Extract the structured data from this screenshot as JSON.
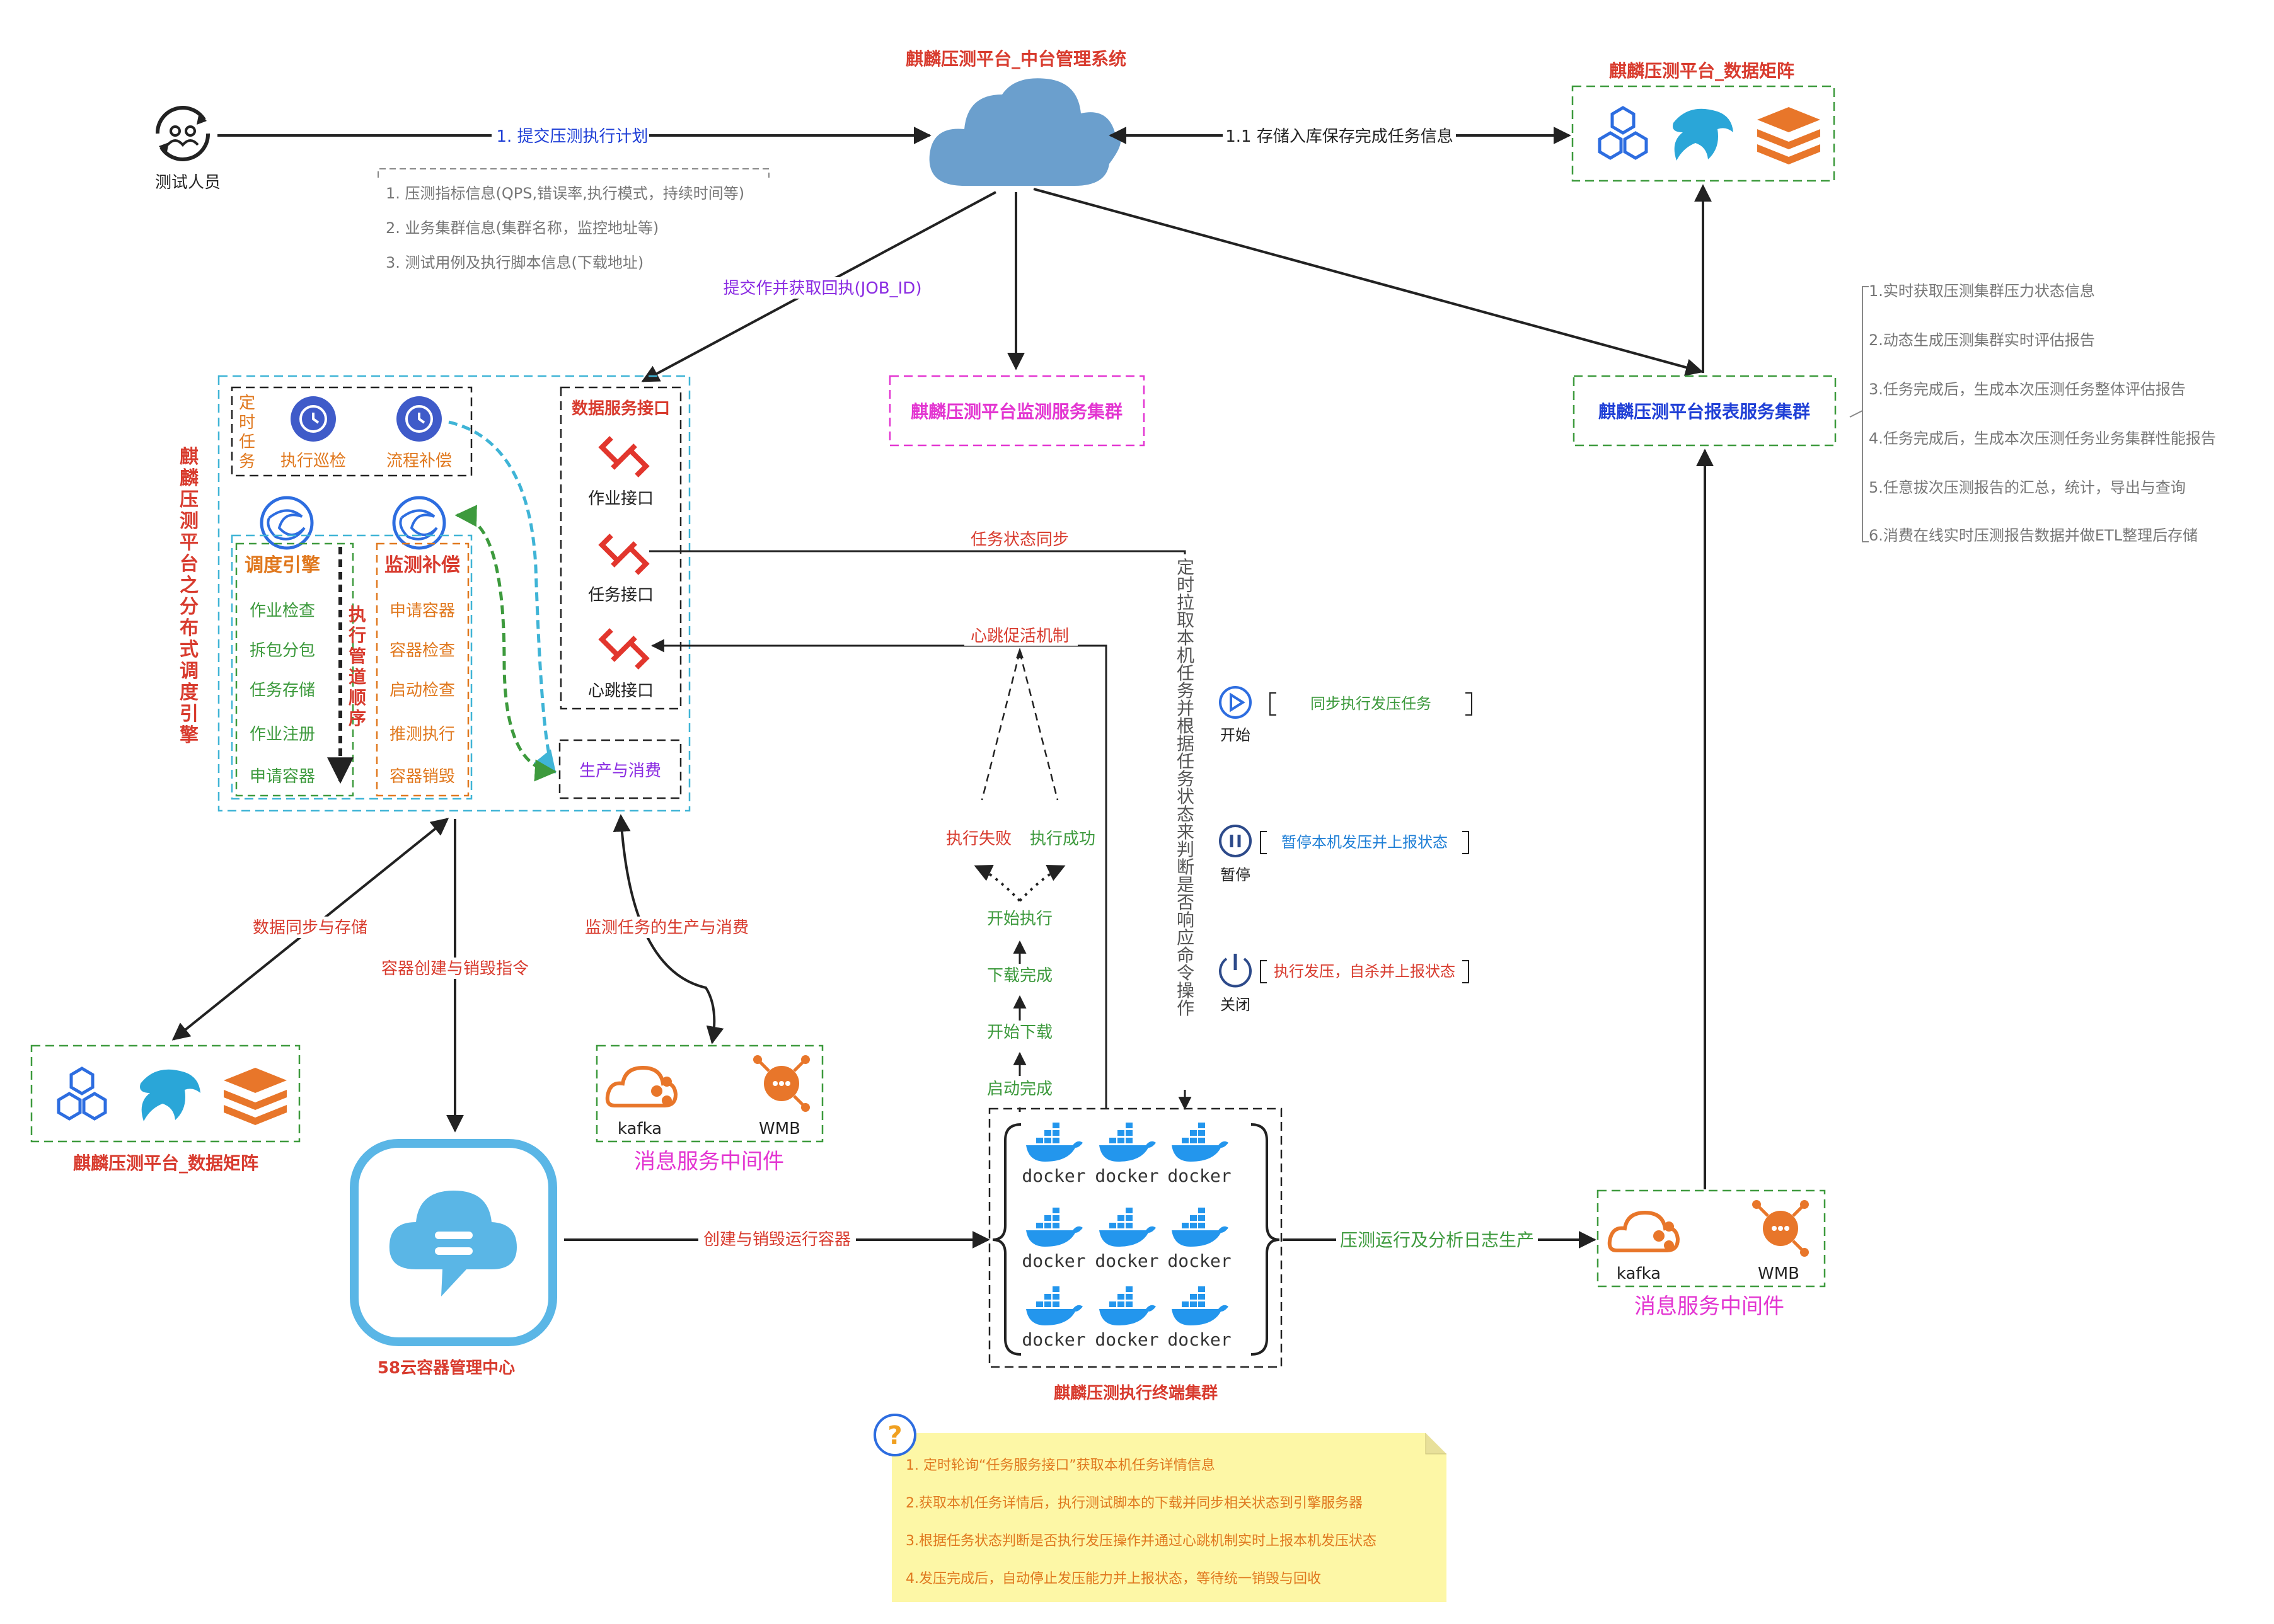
{
  "colors": {
    "red": "#d83b2e",
    "green": "#3d9a3d",
    "orange": "#e0781e",
    "blue": "#1f3fd6",
    "purple": "#8a2be2",
    "magenta": "#e335d1",
    "gray": "#777777",
    "black": "#222222",
    "cloud": "#6b9fcd",
    "docker": "#2396ed",
    "yellow_note": "#fdf7a6"
  },
  "tester": {
    "label": "测试人员",
    "icon": "user-sync-icon"
  },
  "submit_plan": {
    "label": "1. 提交压测执行计划",
    "items": [
      "1. 压测指标信息(QPS,错误率,执行模式，持续时间等)",
      "2. 业务集群信息(集群名称，监控地址等)",
      "3. 测试用例及执行脚本信息(下载地址)"
    ]
  },
  "cloud_center": {
    "title": "麒麟压测平台_中台管理系统",
    "icon": "cloud-icon"
  },
  "store_link": {
    "label": "1.1 存储入库保存完成任务信息"
  },
  "data_matrix_top": {
    "title": "麒麟压测平台_数据矩阵",
    "icons": [
      "hexagons-icon",
      "dolphin-icon",
      "redis-icon"
    ]
  },
  "submit_job": {
    "label": "提交作并获取回执(JOB_ID)"
  },
  "monitor_cluster": {
    "label": "麒麟压测平台监测服务集群"
  },
  "report_cluster": {
    "label": "麒麟压测平台报表服务集群",
    "items": [
      "1.实时获取压测集群压力状态信息",
      "2.动态生成压测集群实时评估报告",
      "3.任务完成后，生成本次压测任务整体评估报告",
      "4.任务完成后，生成本次压测任务业务集群性能报告",
      "5.任意拔次压测报告的汇总，统计，导出与查询",
      "6.消费在线实时压测报告数据并做ETL整理后存储"
    ]
  },
  "engine": {
    "vertical_title": "麒麟压测平台之分布式调度引擎",
    "timer": {
      "label": "定时任务",
      "patrol": "执行巡检",
      "compensate": "流程补偿"
    },
    "scheduler": {
      "title": "调度引擎",
      "items": [
        "作业检查",
        "拆包分包",
        "任务存储",
        "作业注册",
        "申请容器"
      ]
    },
    "pipeline_label": "执行管道顺序",
    "monitor": {
      "title": "监测补偿",
      "items": [
        "申请容器",
        "容器检查",
        "启动检查",
        "推测执行",
        "容器销毁"
      ]
    },
    "data_api": {
      "title": "数据服务接口",
      "items": [
        "作业接口",
        "任务接口",
        "心跳接口"
      ]
    },
    "produce_consume": "生产与消费"
  },
  "task_sync": {
    "label": "任务状态同步"
  },
  "heartbeat_keepalive": {
    "label": "心跳促活机制"
  },
  "pull_tasks": {
    "label": "定时拉取本机任务并根据任务状态来判断是否响应命令操作"
  },
  "flow": {
    "fail": "执行失败",
    "success": "执行成功",
    "start_exec": "开始执行",
    "download_done": "下载完成",
    "start_download": "开始下载",
    "boot_done": "启动完成"
  },
  "commands": [
    {
      "icon": "play-icon",
      "name": "开始",
      "desc": "同步执行发压任务"
    },
    {
      "icon": "pause-icon",
      "name": "暂停",
      "desc": "暂停本机发压并上报状态"
    },
    {
      "icon": "power-icon",
      "name": "关闭",
      "desc": "执行发压，自杀并上报状态"
    }
  ],
  "data_sync": {
    "label": "数据同步与存储"
  },
  "container_cmd": {
    "label": "容器创建与销毁指令"
  },
  "monitor_task": {
    "label": "监测任务的生产与消费"
  },
  "data_matrix_bottom": {
    "title": "麒麟压测平台_数据矩阵"
  },
  "mq_left": {
    "title": "消息服务中间件",
    "kafka": "kafka",
    "wmb": "WMB"
  },
  "mq_right": {
    "title": "消息服务中间件",
    "kafka": "kafka",
    "wmb": "WMB"
  },
  "container_center": {
    "title": "58云容器管理中心",
    "icon": "chat-cloud-icon"
  },
  "create_destroy": {
    "label": "创建与销毁运行容器"
  },
  "terminal_cluster": {
    "title": "麒麟压测执行终端集群",
    "docker_label": "docker"
  },
  "log_produce": {
    "label": "压测运行及分析日志生产"
  },
  "note": {
    "icon": "question-icon",
    "items": [
      "1. 定时轮询“任务服务接口”获取本机任务详情信息",
      "2.获取本机任务详情后，执行测试脚本的下载并同步相关状态到引擎服务器",
      "3.根据任务状态判断是否执行发压操作并通过心跳机制实时上报本机发压状态",
      "4.发压完成后，自动停止发压能力并上报状态，等待统一销毁与回收"
    ]
  }
}
